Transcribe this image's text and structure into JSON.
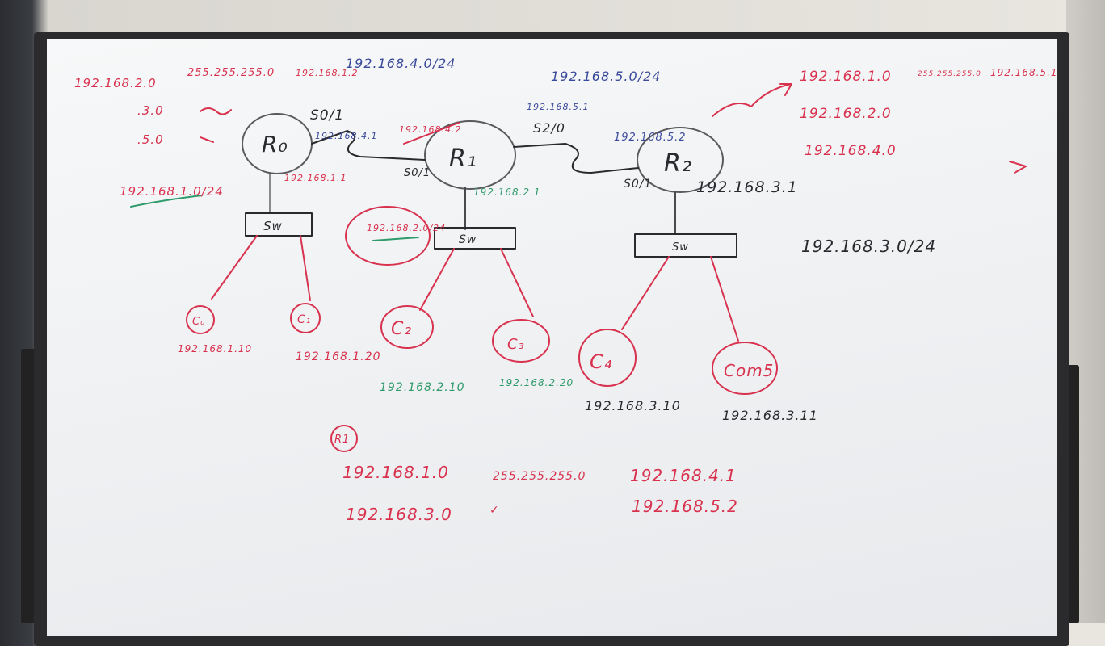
{
  "colors": {
    "red": "#d8324f",
    "blue": "#3a4a9a",
    "green": "#2f9a6a",
    "black": "#2a2a2e",
    "gray": "#8a8a8a"
  },
  "top_left_table": {
    "row1_net": "192.168.2.0",
    "row1_mask": "255.255.255.0",
    "row1_hop": "192.168.1.2",
    "row2_net": ".3.0",
    "row3_net": ".5.0"
  },
  "top_right_table": {
    "row1_net": "192.168.1.0",
    "row1_mask": "255.255.255.0",
    "row1_hop": "192.168.5.1",
    "row2_net": "192.168.2.0",
    "row3_net": "192.168.4.0"
  },
  "routers": {
    "r0": {
      "label": "R₀",
      "lan_ip": "192.168.1.1",
      "serial_ip": "192.168.4.1",
      "serial_if": "S0/1"
    },
    "r1": {
      "label": "R₁",
      "lan_ip": "192.168.2.1",
      "serial_left_ip": "192.168.4.2",
      "serial_left_if": "S0/1",
      "serial_right_ip": "192.168.5.1",
      "serial_right_if": "S2/0"
    },
    "r2": {
      "label": "R₂",
      "lan_ip": "192.168.3.1",
      "serial_ip": "192.168.5.2",
      "serial_if": "S0/1"
    }
  },
  "links": {
    "r0_r1_net": "192.168.4.0/24",
    "r1_r2_net": "192.168.5.0/24"
  },
  "lans": {
    "lan0_net": "192.168.1.0/24",
    "lan1_net": "192.168.2.0/24",
    "lan2_net": "192.168.3.0/24"
  },
  "switches": {
    "s0": "Sw",
    "s1": "Sw",
    "s2": "Sw"
  },
  "pcs": {
    "c0": {
      "label": "C₀",
      "ip": "192.168.1.10"
    },
    "c1": {
      "label": "C₁",
      "ip": "192.168.1.20"
    },
    "c2": {
      "label": "C₂",
      "ip": "192.168.2.10"
    },
    "c3": {
      "label": "C₃",
      "ip": "192.168.2.20"
    },
    "c4": {
      "label": "C₄",
      "ip": "192.168.3.10"
    },
    "c5": {
      "label": "Com5",
      "ip": "192.168.3.11"
    }
  },
  "bottom_table": {
    "tag": "R1",
    "row1_net": "192.168.1.0",
    "row1_mask": "255.255.255.0",
    "row1_hop": "192.168.4.1",
    "row2_net": "192.168.3.0",
    "row2_mask": "✓",
    "row2_hop": "192.168.5.2"
  }
}
